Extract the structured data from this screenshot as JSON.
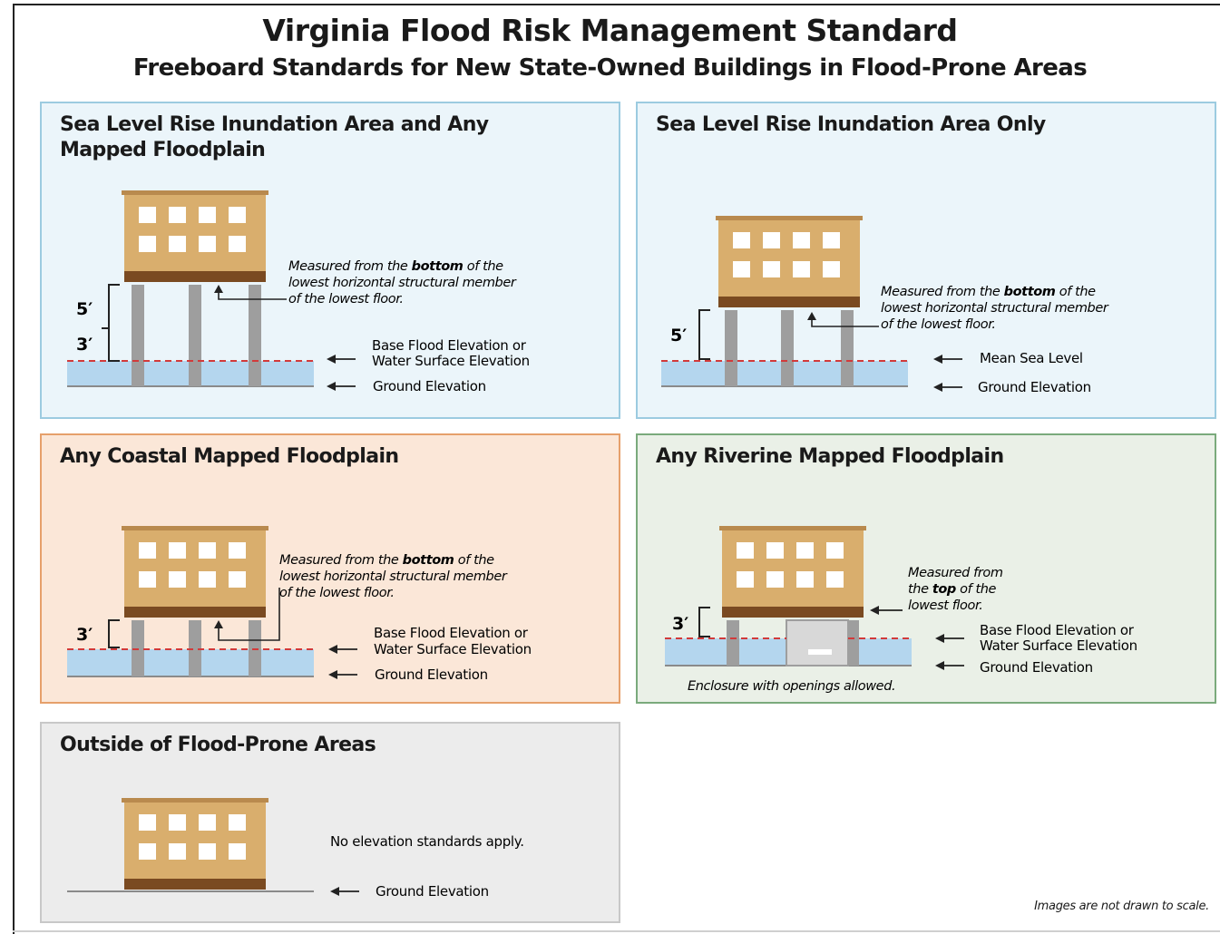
{
  "header": {
    "title": "Virginia Flood Risk Management Standard",
    "subtitle": "Freeboard Standards for New State-Owned Buildings in Flood-Prone Areas"
  },
  "colors": {
    "building": "#d9ae6d",
    "building_band": "#7a4a21",
    "window": "#ffffff",
    "water": "#b4d6ee",
    "pillar": "#9e9e9e",
    "dashed_line": "#d23a3a"
  },
  "panels": [
    {
      "title_line1": "Sea Level Rise Inundation Area and Any",
      "title_line2": "Mapped Floodplain",
      "note_pre": "Measured from the ",
      "note_bold": "bottom",
      "note_post": " of the",
      "note_line2": "lowest horizontal structural member",
      "note_line3": "of the lowest floor.",
      "dim_upper": "5′",
      "dim_lower": "3′",
      "ref_line1": "Base Flood Elevation or",
      "ref_line2": "Water Surface Elevation",
      "ground": "Ground Elevation"
    },
    {
      "title": "Sea Level Rise Inundation Area Only",
      "note_pre": "Measured from the ",
      "note_bold": "bottom",
      "note_post": " of the",
      "note_line2": "lowest horizontal structural member",
      "note_line3": "of the lowest floor.",
      "dim": "5′",
      "ref": "Mean Sea Level",
      "ground": "Ground Elevation"
    },
    {
      "title": "Any Coastal Mapped Floodplain",
      "note_pre": "Measured from the ",
      "note_bold": "bottom",
      "note_post": " of the",
      "note_line2": "lowest horizontal structural member",
      "note_line3": "of the lowest floor.",
      "dim": "3′",
      "ref_line1": "Base Flood Elevation or",
      "ref_line2": "Water Surface Elevation",
      "ground": "Ground Elevation"
    },
    {
      "title": "Any Riverine Mapped Floodplain",
      "note_line1": "Measured from",
      "note_pre": "the ",
      "note_bold": "top",
      "note_post": " of the",
      "note_line3": "lowest floor.",
      "dim": "3′",
      "ref_line1": "Base Flood Elevation or",
      "ref_line2": "Water Surface Elevation",
      "ground": "Ground Elevation",
      "enclosure": "Enclosure with openings allowed."
    },
    {
      "title": "Outside of Flood-Prone Areas",
      "note": "No elevation standards apply.",
      "ground": "Ground Elevation"
    }
  ],
  "footnote": "Images are not drawn to scale."
}
